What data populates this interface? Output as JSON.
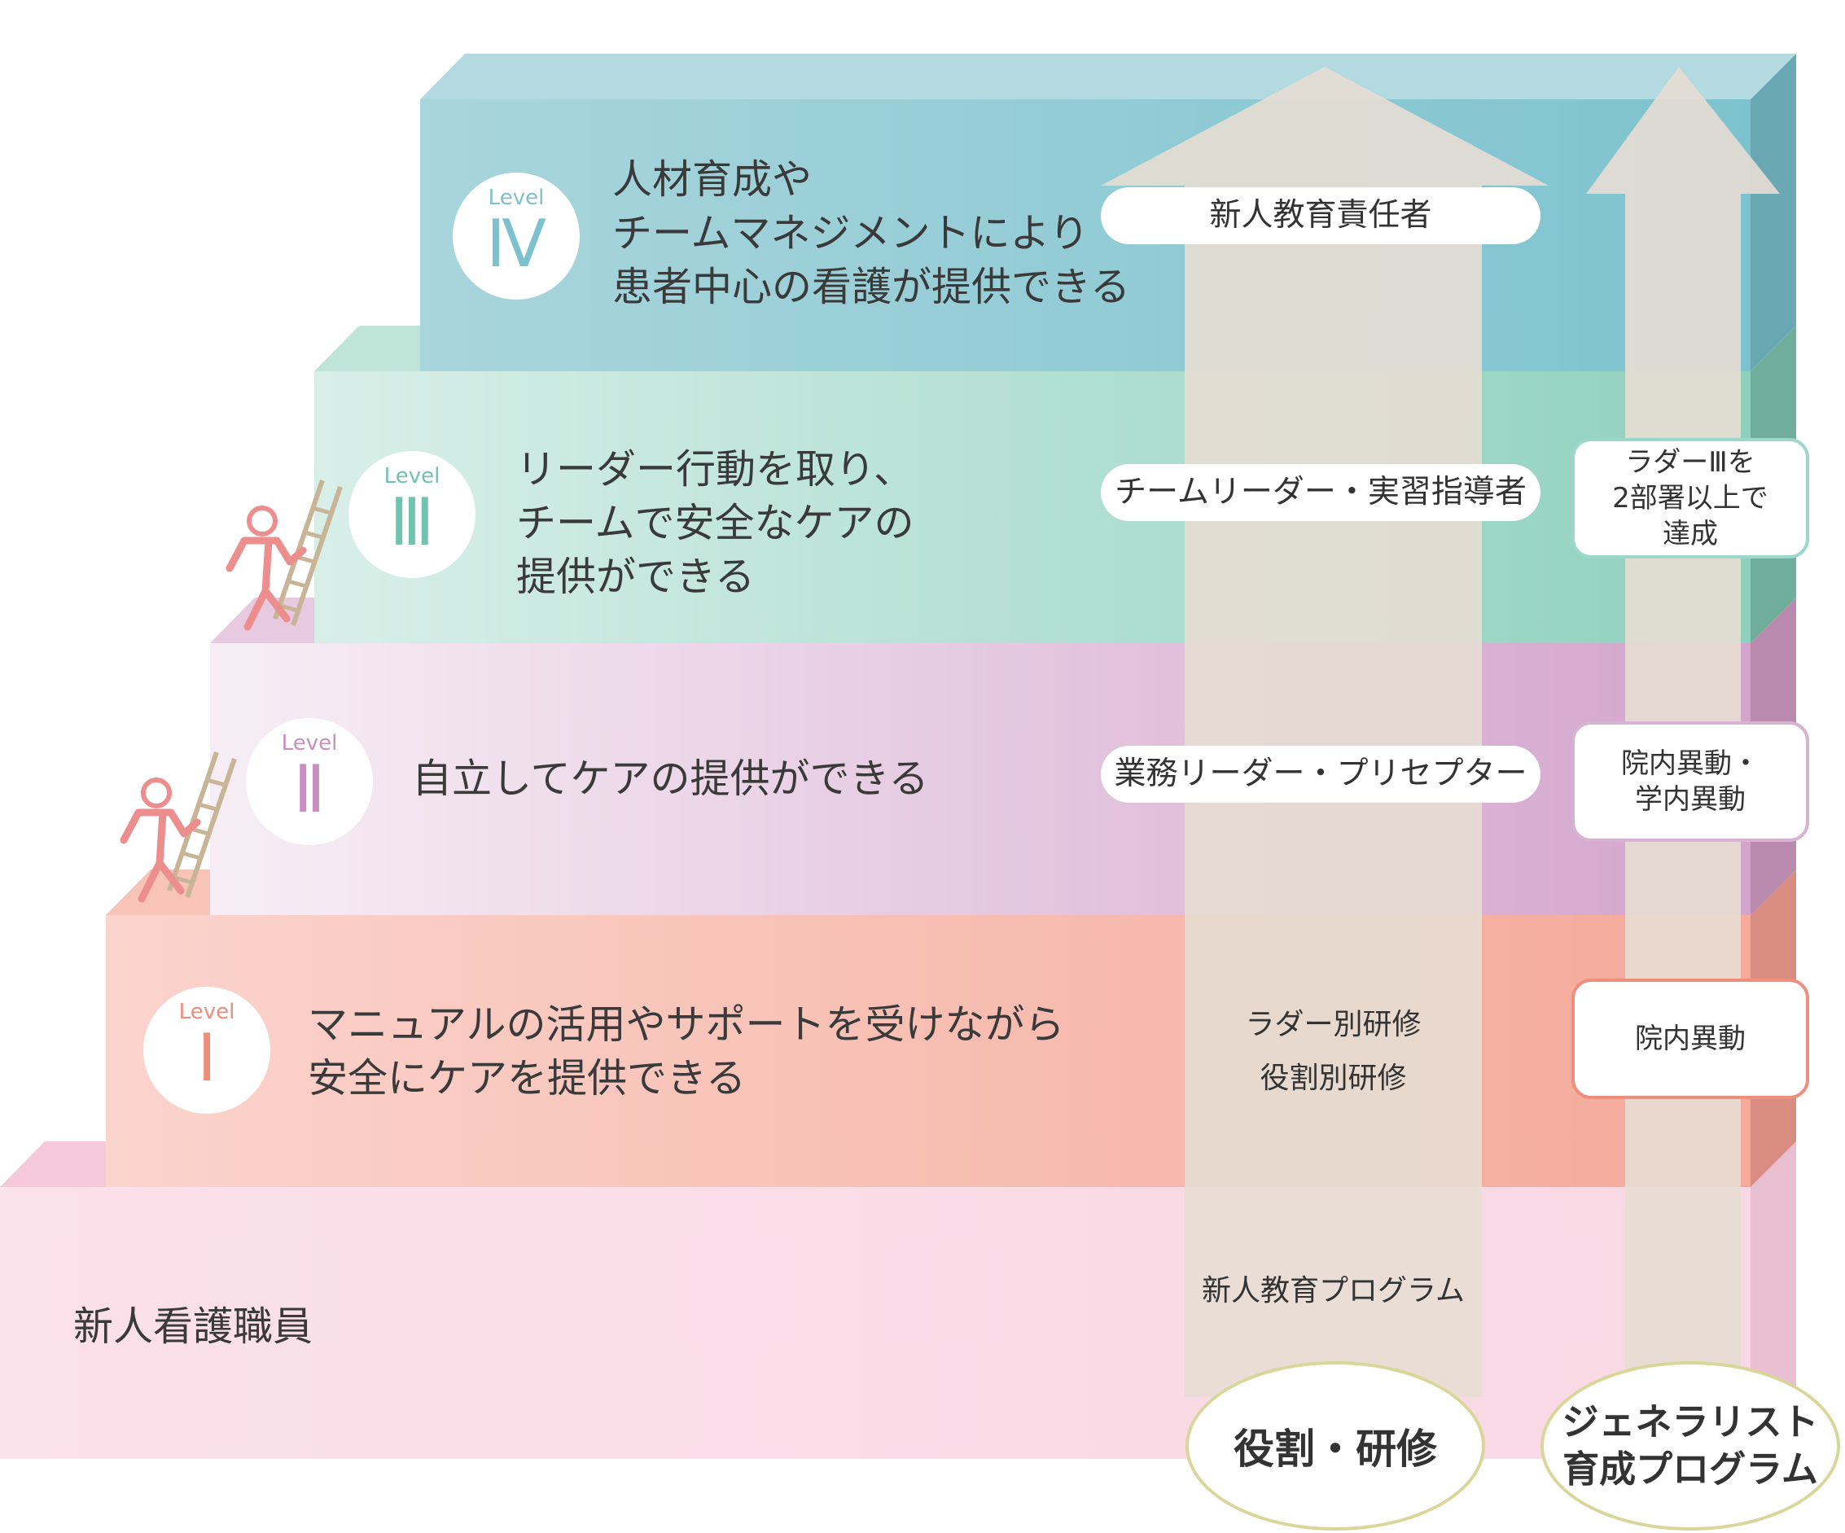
{
  "colors": {
    "level4": "#8cc8d2",
    "level3": "#a7dcc8",
    "level2": "#e6c4dc",
    "level1": "#f6b3a4",
    "base": "#f9dbe6",
    "arrow": "#e6ddd2",
    "ellipse_border": "#d9d69a",
    "figure": "#ec8e8e",
    "ladder": "#c8b496"
  },
  "levels": [
    {
      "id": "IV",
      "word": "Level",
      "roman": "Ⅳ",
      "color": "#7cc1cd",
      "text": [
        "人材育成や",
        "チームマネジメントにより",
        "患者中心の看護が提供できる"
      ]
    },
    {
      "id": "III",
      "word": "Level",
      "roman": "Ⅲ",
      "color": "#6fc3b0",
      "text": [
        "リーダー行動を取り、",
        "チームで安全なケアの",
        "提供ができる"
      ]
    },
    {
      "id": "II",
      "word": "Level",
      "roman": "Ⅱ",
      "color": "#c98fc1",
      "text": [
        "自立してケアの提供ができる"
      ]
    },
    {
      "id": "I",
      "word": "Level",
      "roman": "Ⅰ",
      "color": "#ef8c7c",
      "text": [
        "マニュアルの活用やサポートを受けながら",
        "安全にケアを提供できる"
      ]
    }
  ],
  "base_label": "新人看護職員",
  "roles": [
    "新人教育責任者",
    "チームリーダー・実習指導者",
    "業務リーダー・プリセプター"
  ],
  "trainings": [
    "ラダー別研修",
    "役割別研修"
  ],
  "new_staff_program": "新人教育プログラム",
  "generalist_notes": [
    {
      "lines": [
        "ラダーⅢを",
        "2部署以上で",
        "達成"
      ],
      "border": "#9dd7cc"
    },
    {
      "lines": [
        "院内異動・",
        "学内異動"
      ],
      "border": "#d8b2d2"
    },
    {
      "lines": [
        "院内異動"
      ],
      "border": "#ee8f7d"
    }
  ],
  "bottom_labels": {
    "roles_training": "役割・研修",
    "generalist": [
      "ジェネラリスト",
      "育成プログラム"
    ]
  }
}
